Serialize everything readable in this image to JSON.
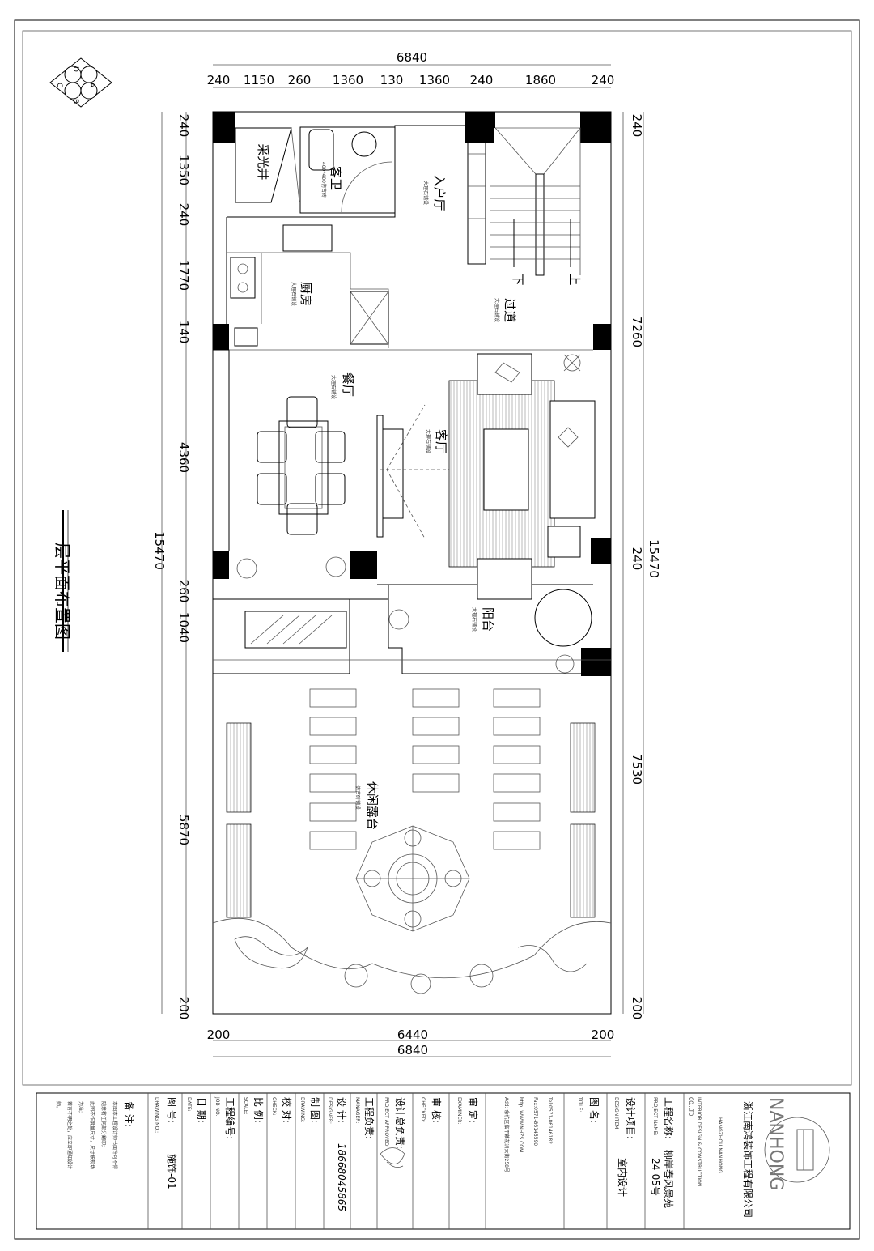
{
  "plan_title": "一层平面布置图",
  "compass": [
    "A",
    "B",
    "C",
    "D"
  ],
  "dims": {
    "top_total": "6840",
    "top": [
      "240",
      "1150",
      "260",
      "1360",
      "130",
      "1360",
      "240",
      "1860",
      "240"
    ],
    "left": [
      "240",
      "1350",
      "240",
      "1770",
      "140",
      "4360",
      "260",
      "1040",
      "5870",
      "200"
    ],
    "left_total": "15470",
    "right": [
      "240",
      "7260",
      "240",
      "7530",
      "200"
    ],
    "right_total": "15470",
    "bottom": [
      "200",
      "6440",
      "200"
    ],
    "bottom_total": "6840"
  },
  "rooms": {
    "lightwell": "采光井",
    "guest_bath": "客卫",
    "guest_bath_note": "400*400仿古砖",
    "entry": "入户厅",
    "kitchen": "厨房",
    "corridor": "过道",
    "dining": "餐厅",
    "living": "客厅",
    "balcony": "阳台",
    "terrace": "休闲露台",
    "floor_note": "大理石铺设",
    "terrace_note": "仿古砖铺设",
    "stair_down": "下",
    "stair_up": "上"
  },
  "title_block": {
    "company_cn": "浙江南鸿装饰工程有限公司",
    "logo": "NANHONG",
    "company_en1": "HANGZHOU NANHONG",
    "company_en2": "INTERIOR DESIGN & CONSTRUCTION",
    "company_en3": "CO.,LTD",
    "project_label": "工程名称:",
    "project_label_en": "PROJECT NAME:",
    "project_value": "柳岸春风景苑",
    "project_value2": "24-05号",
    "design_item_label": "设计项目:",
    "design_item_label_en": "DESIGN ITEM:",
    "design_item_value": "室内设计",
    "title_label": "图  名:",
    "title_label_en": "TITLE:",
    "tel": "Tel:0571-86146182",
    "fax": "Fax:0571-86145590",
    "web": "http: WWW.NHZS.COM",
    "addr": "Add: 余杭区临平藕花洲大街258号",
    "examiner_label": "审    定:",
    "examiner_label_en": "EXAMINER:",
    "checked_label": "审    核:",
    "checked_label_en": "CHECKED:",
    "approved_label": "设计总负责:",
    "approved_label_en": "PROJECT APPROVED:",
    "manager_label": "工程负责:",
    "manager_label_en": "MANAGER:",
    "designer_label": "设    计:",
    "designer_label_en": "DESIGNER:",
    "designer_value": "18668045865",
    "drawing_label": "制    图:",
    "drawing_label_en": "DRAWING:",
    "check_label": "校    对:",
    "check_label_en": "CHECK:",
    "scale_label": "比    例:",
    "scale_label_en": "SCALE:",
    "job_label": "工程编号:",
    "job_label_en": "JOB NO.:",
    "date_label": "日    期:",
    "date_label_en": "DATE:",
    "drawing_no_label": "图    号:",
    "drawing_no_label_en": "DRAWING NO.:",
    "drawing_no_value": "施饰-01",
    "notes_label": "备    注:",
    "notes": [
      "本图本工程设计师书面许可不得",
      "随意将任何部分翻印;",
      "此图不作度量尺寸，尺寸按现场",
      "为准;",
      "若有不明之处，应立即通知设计",
      "师。"
    ]
  }
}
